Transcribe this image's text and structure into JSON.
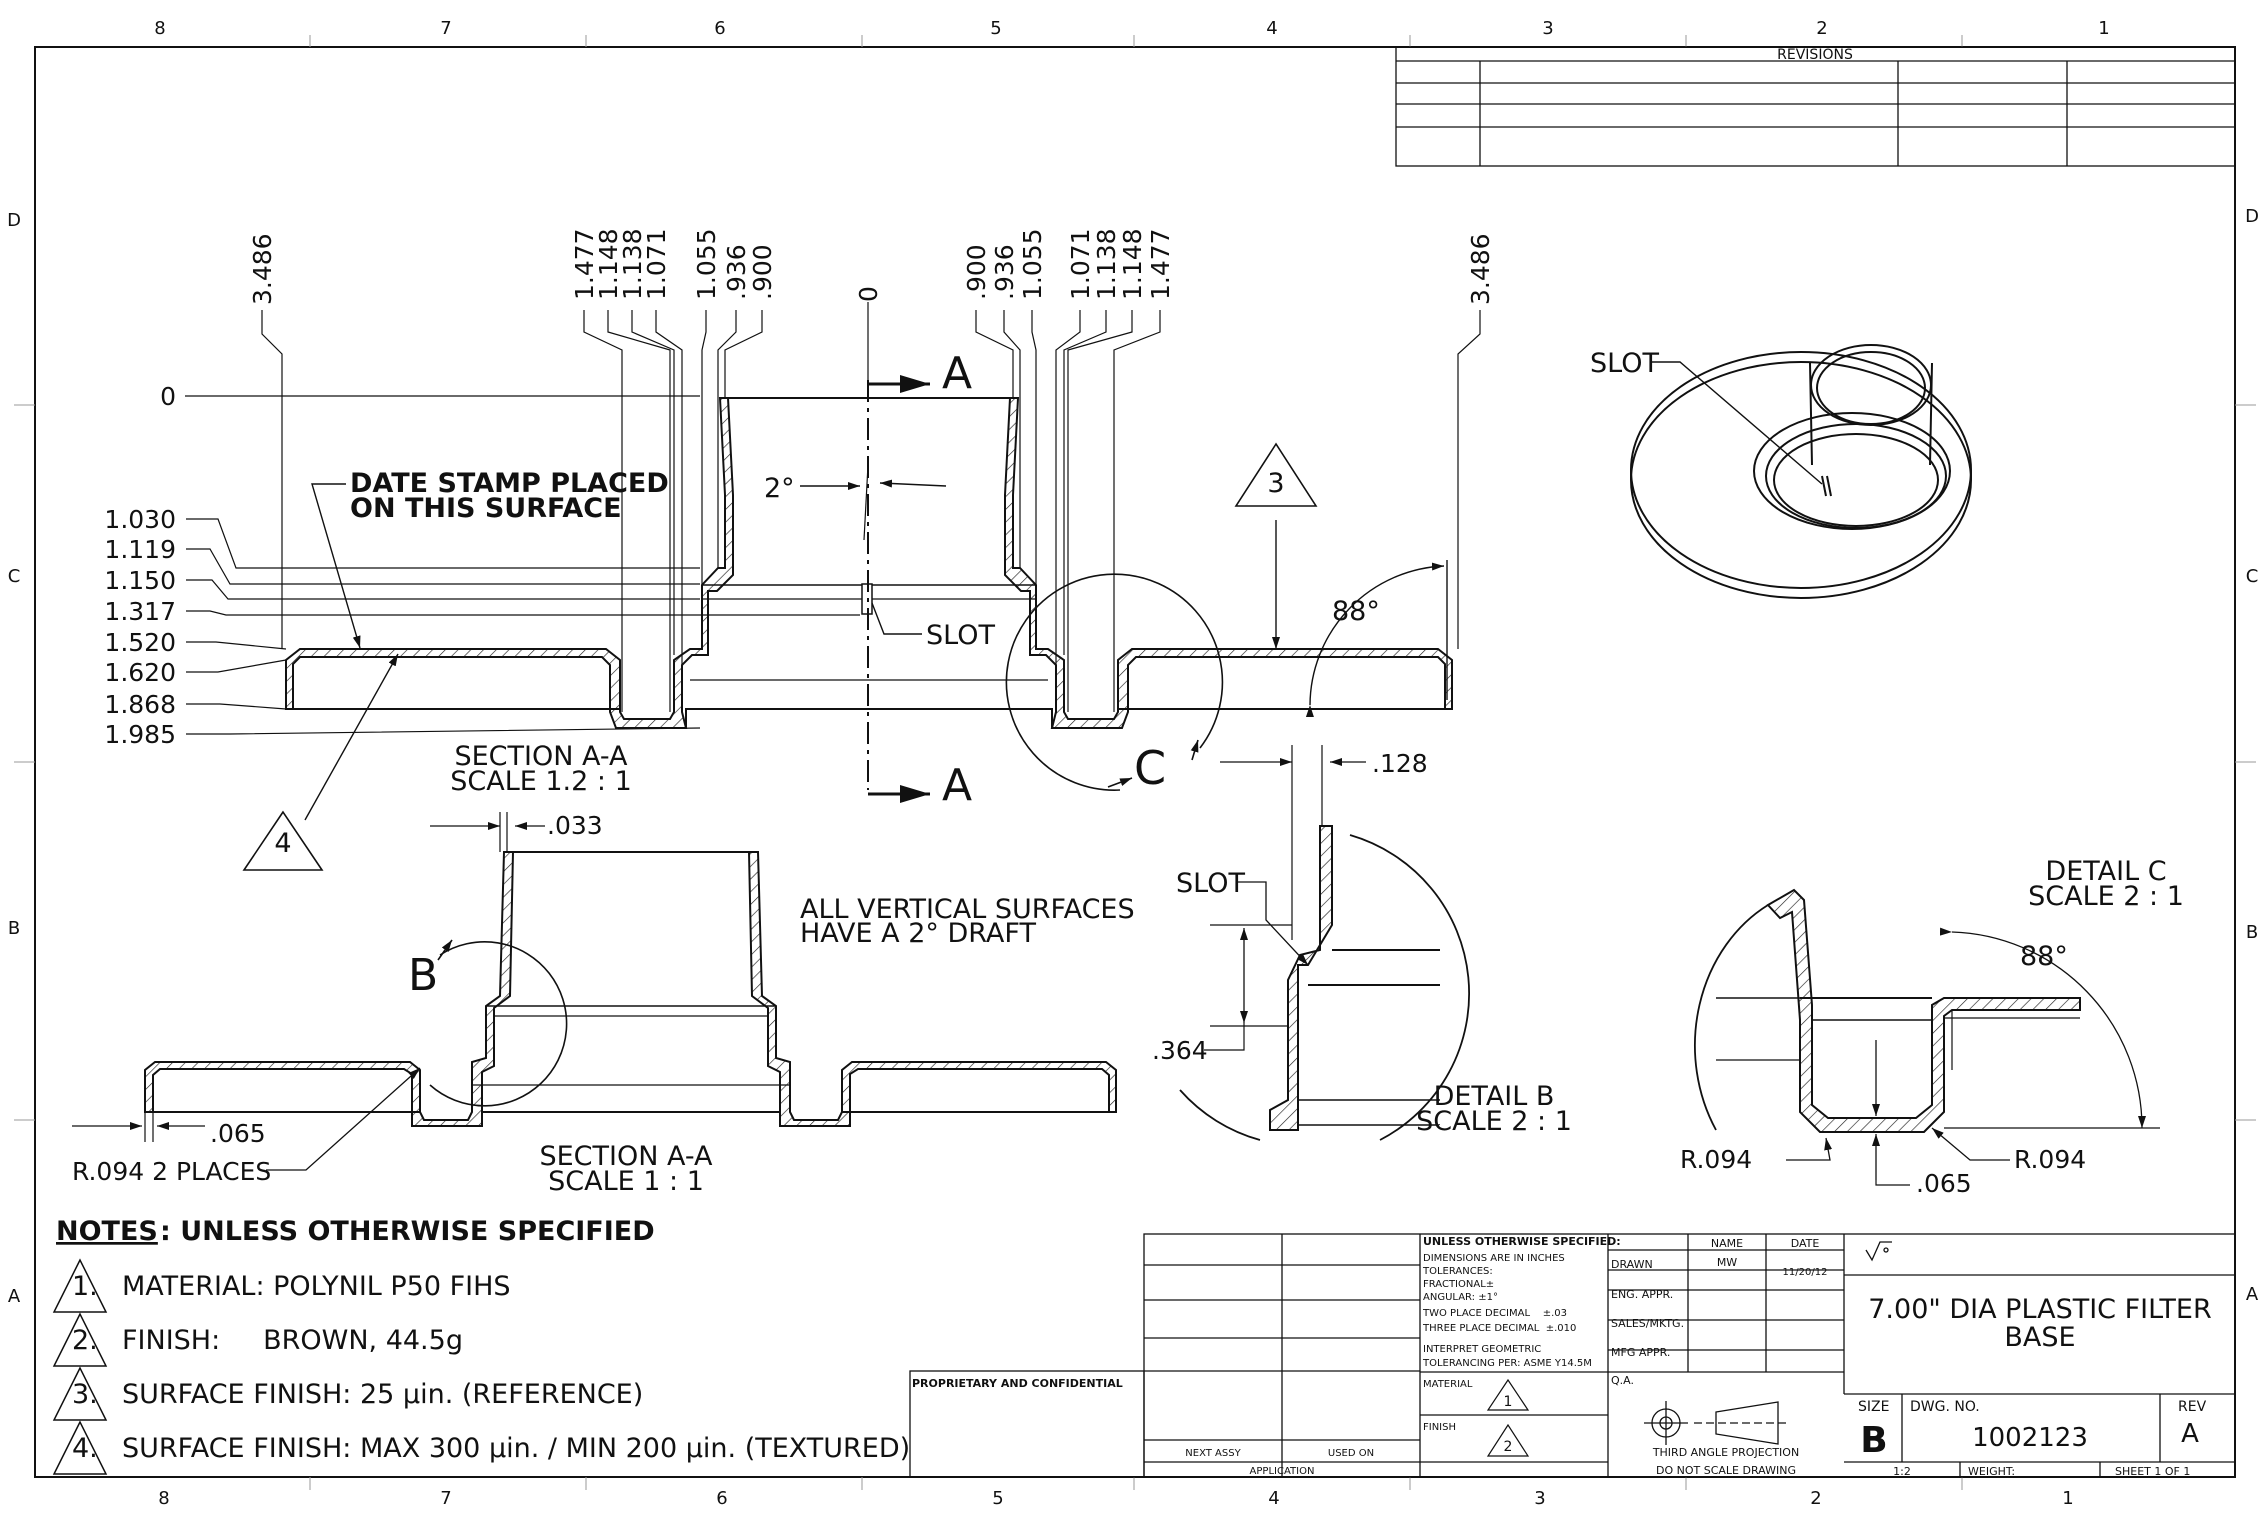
{
  "zones": {
    "columns": [
      "8",
      "7",
      "6",
      "5",
      "4",
      "3",
      "2",
      "1"
    ],
    "rows": [
      "D",
      "C",
      "B",
      "A"
    ]
  },
  "revisions": {
    "title": "REVISIONS"
  },
  "section_view": {
    "left_dims": [
      "1.477",
      "1.148",
      "1.138",
      "1.071",
      "1.055",
      ".936",
      ".900"
    ],
    "right_dims": [
      ".900",
      ".936",
      "1.055",
      "1.071",
      "1.138",
      "1.148",
      "1.477"
    ],
    "outer_dim": "3.486",
    "center_dim": "0",
    "origin_dim": "0",
    "height_dims": [
      "1.030",
      "1.119",
      "1.150",
      "1.317",
      "1.520",
      "1.620",
      "1.868",
      "1.985"
    ],
    "section_letter": "A",
    "draft_angle": "2°",
    "slot_label": "SLOT",
    "angle_88": "88°",
    "note_3": "3",
    "note_4": "4",
    "detail_c_letter": "C",
    "date_stamp_line1": "DATE STAMP PLACED",
    "date_stamp_line2": "ON THIS SURFACE"
  },
  "section_labels": {
    "view1_line1": "SECTION A-A",
    "view1_line2": "SCALE 1.2 : 1",
    "view2_line1": "SECTION A-A",
    "view2_line2": "SCALE 1 : 1"
  },
  "lower_section": {
    "dim_033": ".033",
    "dim_065": ".065",
    "radius": "R.094 2 PLACES",
    "detail_b_letter": "B",
    "draft_note_line1": "ALL VERTICAL SURFACES",
    "draft_note_line2": "HAVE A 2° DRAFT"
  },
  "detail_b": {
    "slot_label": "SLOT",
    "dim_128": ".128",
    "dim_364": ".364",
    "title": "DETAIL B",
    "scale": "SCALE 2 : 1"
  },
  "detail_c": {
    "title": "DETAIL C",
    "scale": "SCALE 2 : 1",
    "angle": "88°",
    "radius_left": "R.094",
    "radius_right": "R.094",
    "dim_065": ".065"
  },
  "iso_view": {
    "slot_label": "SLOT"
  },
  "notes": {
    "heading_underlined": "NOTES",
    "heading_rest": ": UNLESS OTHERWISE SPECIFIED",
    "items": [
      {
        "num": "1.",
        "text": "MATERIAL: POLYNIL P50 FIHS"
      },
      {
        "num": "2.",
        "text": "FINISH:     BROWN, 44.5g"
      },
      {
        "num": "3.",
        "text": "SURFACE FINISH: 25 µin. (REFERENCE)"
      },
      {
        "num": "4.",
        "text": "SURFACE FINISH: MAX 300 µin. / MIN 200 µin. (TEXTURED)"
      }
    ]
  },
  "title_block": {
    "proprietary": "PROPRIETARY AND CONFIDENTIAL",
    "next_assy": "NEXT ASSY",
    "used_on": "USED ON",
    "application": "APPLICATION",
    "unless_specified": "UNLESS OTHERWISE SPECIFIED:",
    "dims_inches": "DIMENSIONS ARE IN INCHES",
    "tolerances": "TOLERANCES:",
    "fractional": "FRACTIONAL±",
    "angular": "ANGULAR: ±1°",
    "two_place": "TWO PLACE DECIMAL    ±.03",
    "three_place": "THREE PLACE DECIMAL  ±.010",
    "interpret1": "INTERPRET GEOMETRIC",
    "interpret2": "TOLERANCING PER: ASME Y14.5M",
    "material": "MATERIAL",
    "material_note": "1",
    "finish": "FINISH",
    "finish_note": "2",
    "col_name": "NAME",
    "col_date": "DATE",
    "drawn": "DRAWN",
    "drawn_name": "MW",
    "drawn_date": "11/20/12",
    "eng_appr": "ENG. APPR.",
    "sales": "SALES/MKTG.",
    "mfg_appr": "MFG APPR.",
    "qa": "Q.A.",
    "projection": "THIRD ANGLE PROJECTION",
    "do_not_scale": "DO NOT SCALE DRAWING",
    "title_line1": "7.00\" DIA PLASTIC FILTER",
    "title_line2": "BASE",
    "size_label": "SIZE",
    "size": "B",
    "dwg_label": "DWG.  NO.",
    "dwg_no": "1002123",
    "rev_label": "REV",
    "rev": "A",
    "scale": "1:2",
    "weight": "WEIGHT:",
    "sheet": "SHEET 1 OF 1"
  }
}
